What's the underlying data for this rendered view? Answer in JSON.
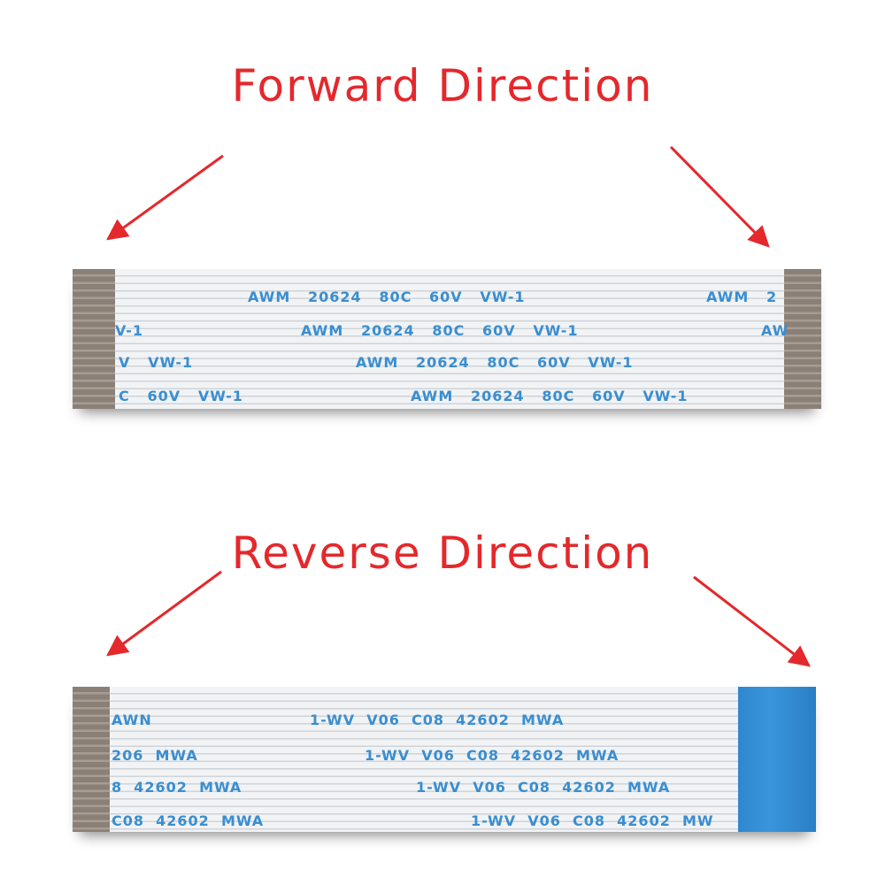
{
  "forward": {
    "title": "Forward Direction",
    "cable_print": {
      "row1": "AWM   20624   80C   60V   VW-1",
      "row1_tail": "AWM   2",
      "row2_head": "V-1",
      "row2": "AWM   20624   80C   60V   VW-1",
      "row2_tail": "AW",
      "row3_head": "V   VW-1",
      "row3": "AWM   20624   80C   60V   VW-1",
      "row4_head": "C   60V   VW-1",
      "row4": "AWM   20624   80C   60V   VW-1"
    }
  },
  "reverse": {
    "title": "Reverse Direction",
    "cable_print": {
      "row1_head": "AWN",
      "row1": "1-WV  V06  C08  42602  MWA",
      "row2_head": "206  MWA",
      "row2": "1-WV  V06  C08  42602  MWA",
      "row3_head": "8  42602  MWA",
      "row3": "1-WV  V06  C08  42602  MWA",
      "row4_head": "C08  42602  MWA",
      "row4": "1-WV  V06  C08  42602  MW"
    }
  },
  "colors": {
    "heading": "#e4282c",
    "arrow": "#e4282c",
    "print": "#3a8ed0",
    "contacts": "#8a8078",
    "stiffener": "#2f87cf"
  }
}
